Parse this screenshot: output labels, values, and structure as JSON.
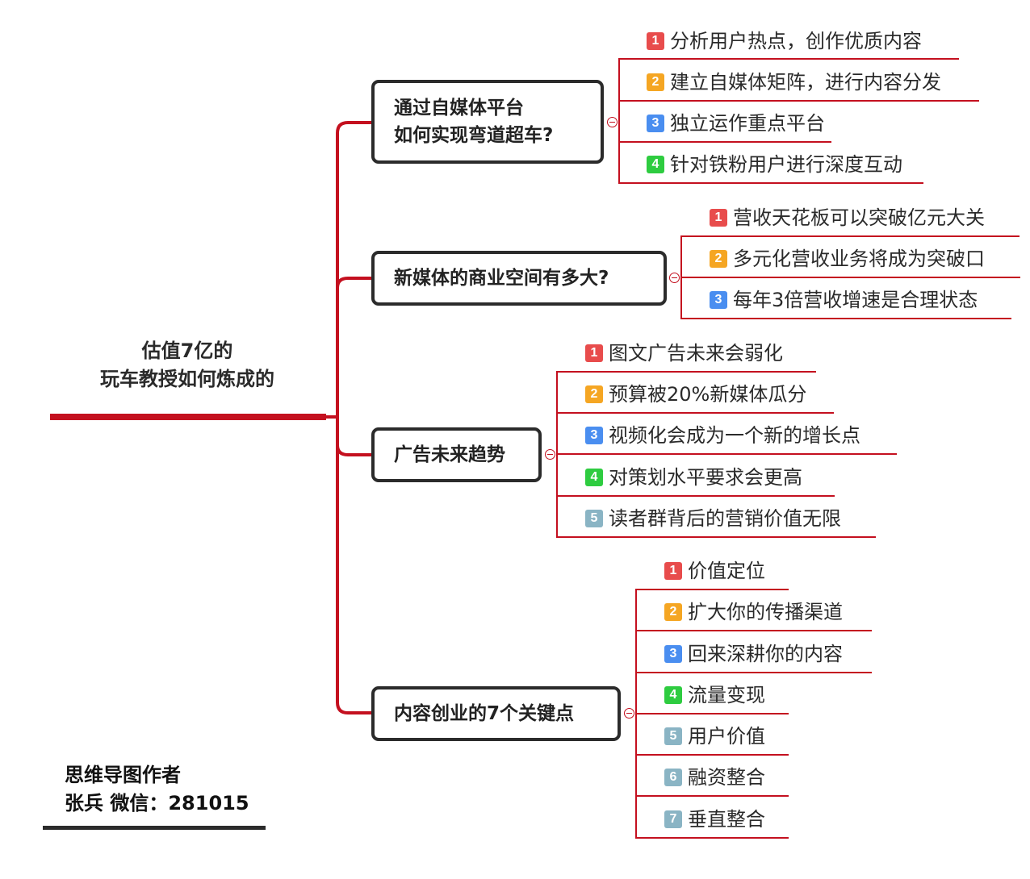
{
  "root": {
    "line1": "估值7亿的",
    "line2": "玩车教授如何炼成的"
  },
  "branches": [
    {
      "line1": "通过自媒体平台",
      "line2": "如何实现弯道超车?",
      "items": [
        "分析用户热点，创作优质内容",
        "建立自媒体矩阵，进行内容分发",
        "独立运作重点平台",
        "针对铁粉用户进行深度互动"
      ]
    },
    {
      "line1": "新媒体的商业空间有多大?",
      "items": [
        "营收天花板可以突破亿元大关",
        "多元化营收业务将成为突破口",
        "每年3倍营收增速是合理状态"
      ]
    },
    {
      "line1": "广告未来趋势",
      "items": [
        "图文广告未来会弱化",
        "预算被20%新媒体瓜分",
        "视频化会成为一个新的增长点",
        "对策划水平要求会更高",
        "读者群背后的营销价值无限"
      ]
    },
    {
      "line1": "内容创业的7个关键点",
      "items": [
        "价值定位",
        "扩大你的传播渠道",
        "回来深耕你的内容",
        "流量变现",
        "用户价值",
        "融资整合",
        "垂直整合"
      ]
    }
  ],
  "badges": [
    "1",
    "2",
    "3",
    "4",
    "5",
    "6",
    "7"
  ],
  "badge_colors": [
    "#e84c4c",
    "#f5a623",
    "#4a8ef0",
    "#2ecc40",
    "#8ab4c4",
    "#8ab4c4",
    "#8ab4c4"
  ],
  "author": {
    "line1": "思维导图作者",
    "line2": "张兵 微信：281015"
  },
  "colors": {
    "accent": "#c4101f",
    "border": "#2b2b2b"
  }
}
